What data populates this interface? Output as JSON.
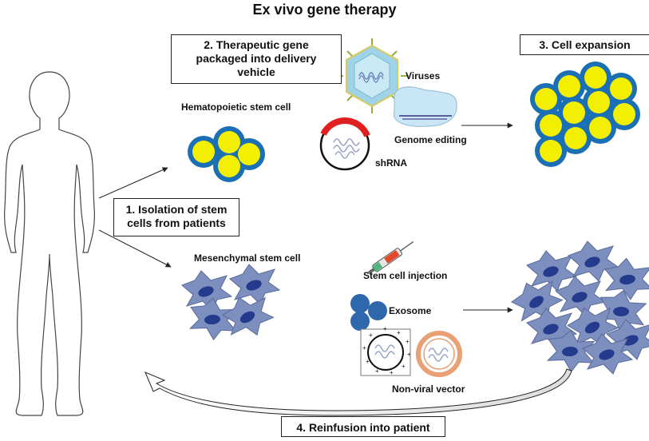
{
  "title": "Ex vivo gene therapy",
  "steps": {
    "step1": [
      "1. Isolation of stem",
      "cells from patients"
    ],
    "step2": [
      "2. Therapeutic gene",
      "packaged into delivery",
      "vehicle"
    ],
    "step3": "3. Cell expansion",
    "step4": "4. Reinfusion into patient"
  },
  "labels": {
    "hematopoietic": "Hematopoietic stem cell",
    "mesenchymal": "Mesenchymal stem cell",
    "viruses": "Viruses",
    "genome_editing": "Genome editing",
    "shrna": "shRNA",
    "stem_cell_injection": "Stem cell injection",
    "exosome": "Exosome",
    "non_viral_vector": "Non-viral vector"
  },
  "colors": {
    "hsc_outer": "#1a6fb5",
    "hsc_inner": "#f2f000",
    "msc_body": "#7d8fbf",
    "msc_nucleus": "#243a8c",
    "exosome": "#2f67ad",
    "plasmid_marker": "#e02020"
  }
}
